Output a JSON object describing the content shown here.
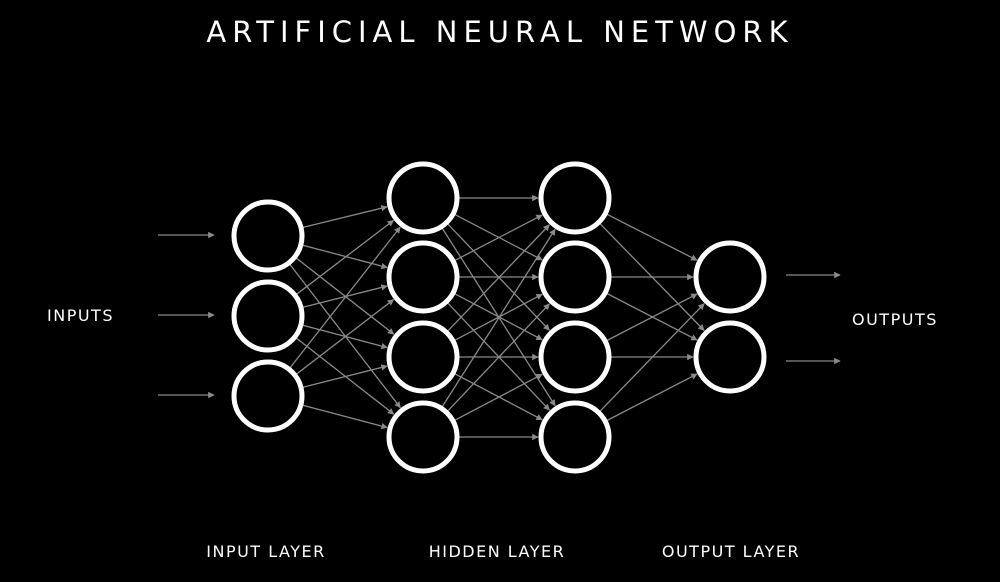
{
  "title": "ARTIFICIAL NEURAL NETWORK",
  "inputs_label": "INPUTS",
  "outputs_label": "OUTPUTS",
  "layers": {
    "input_label": "INPUT LAYER",
    "hidden_label": "HIDDEN LAYER",
    "output_label": "OUTPUT LAYER"
  },
  "network": {
    "input_neurons": 3,
    "hidden_layers": [
      4,
      4
    ],
    "output_neurons": 2,
    "incoming_arrows": 3,
    "outgoing_arrows": 2
  },
  "colors": {
    "background": "#000000",
    "neuron": "#ffffff",
    "connection": "#8a8a8a",
    "text": "#ffffff"
  }
}
